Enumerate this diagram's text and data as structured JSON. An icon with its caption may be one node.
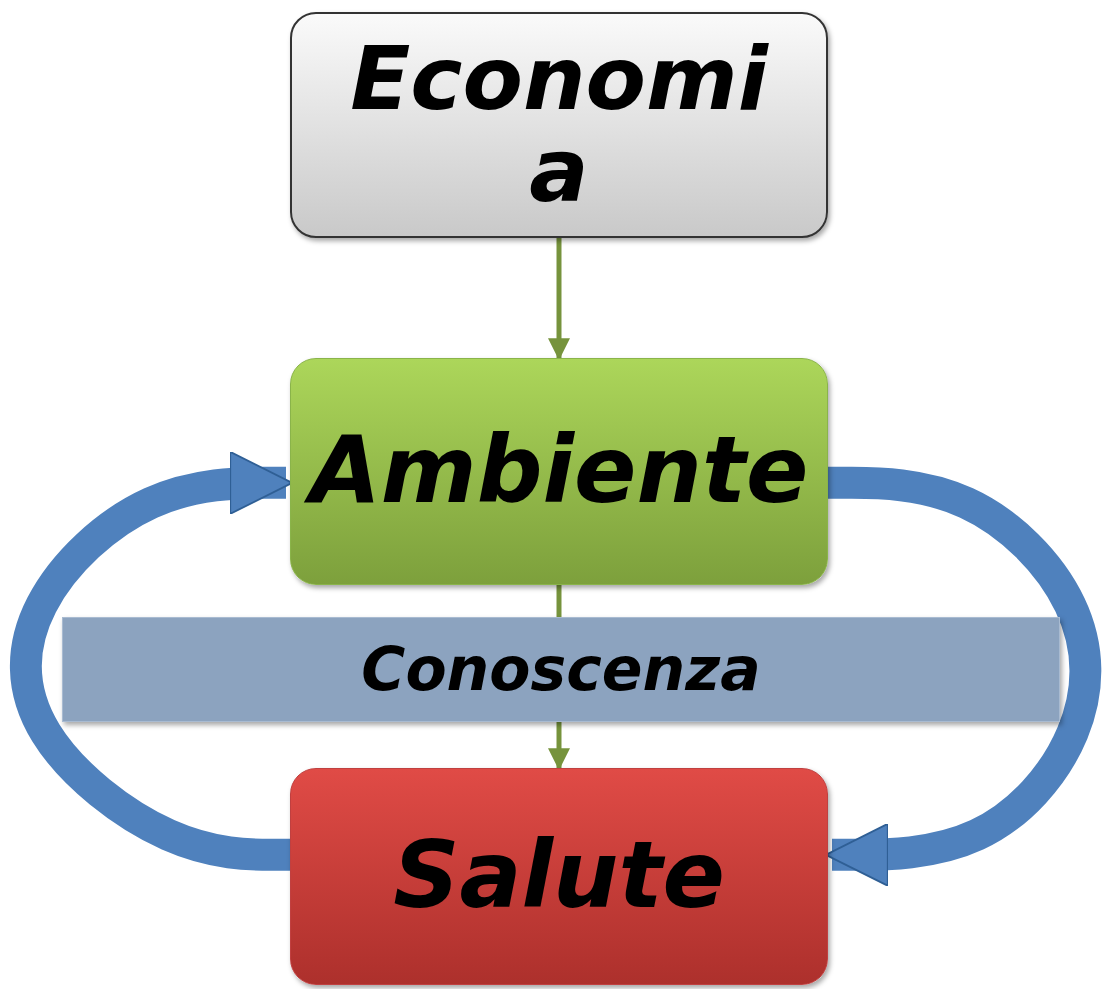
{
  "diagram": {
    "nodes": [
      {
        "text": [
          "Economia"
        ]
      },
      {
        "text": [
          "Ambiente"
        ]
      },
      {
        "text": [
          "Conoscenza"
        ]
      },
      {
        "text": [
          "Salute"
        ]
      }
    ],
    "edges": [
      {
        "from": 0,
        "to": 1,
        "arrow": "to"
      },
      {
        "from": 1,
        "to": 2,
        "arrow": "none"
      },
      {
        "from": 2,
        "to": 3,
        "arrow": "to"
      },
      {
        "from": 3,
        "to": 1,
        "arrow": "to",
        "style": "thick",
        "color": "#4f81bd"
      },
      {
        "from": 1,
        "to": 3,
        "arrow": "to",
        "style": "thick",
        "color": "#4f81bd"
      }
    ]
  }
}
